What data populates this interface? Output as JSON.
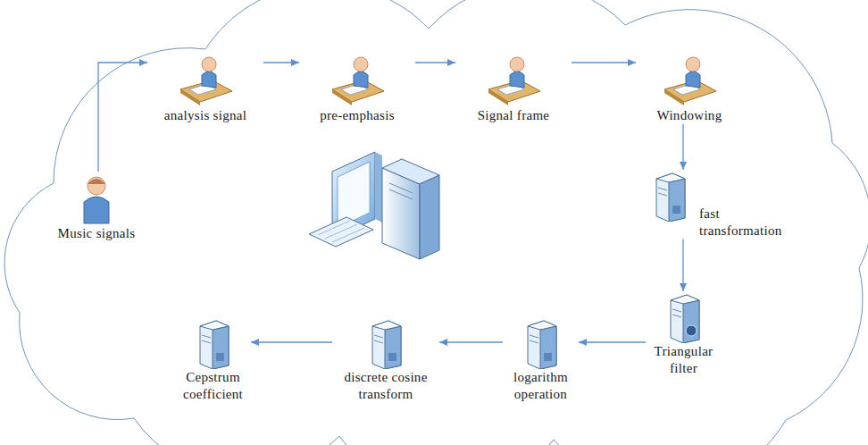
{
  "diagram": {
    "nodes": [
      {
        "text": [
          "Music signals"
        ]
      },
      {
        "text": [
          "analysis signal"
        ]
      },
      {
        "text": [
          "pre-emphasis"
        ]
      },
      {
        "text": [
          "Signal frame"
        ]
      },
      {
        "text": [
          "Windowing"
        ]
      },
      {
        "text": [
          "fast transformation"
        ]
      },
      {
        "text": [
          "Triangular filter"
        ]
      },
      {
        "text": [
          "logarithm operation"
        ]
      },
      {
        "text": [
          "discrete cosine transform"
        ]
      },
      {
        "text": [
          "Cepstrum coefficient"
        ]
      }
    ],
    "edges": [
      {
        "from": 0,
        "to": 1,
        "arrow": "to"
      },
      {
        "from": 1,
        "to": 2,
        "arrow": "to"
      },
      {
        "from": 2,
        "to": 3,
        "arrow": "to"
      },
      {
        "from": 3,
        "to": 4,
        "arrow": "to"
      },
      {
        "from": 4,
        "to": 5,
        "arrow": "to"
      },
      {
        "from": 5,
        "to": 6,
        "arrow": "to"
      },
      {
        "from": 6,
        "to": 7,
        "arrow": "to"
      },
      {
        "from": 7,
        "to": 8,
        "arrow": "to"
      },
      {
        "from": 8,
        "to": 9,
        "arrow": "to"
      }
    ]
  }
}
